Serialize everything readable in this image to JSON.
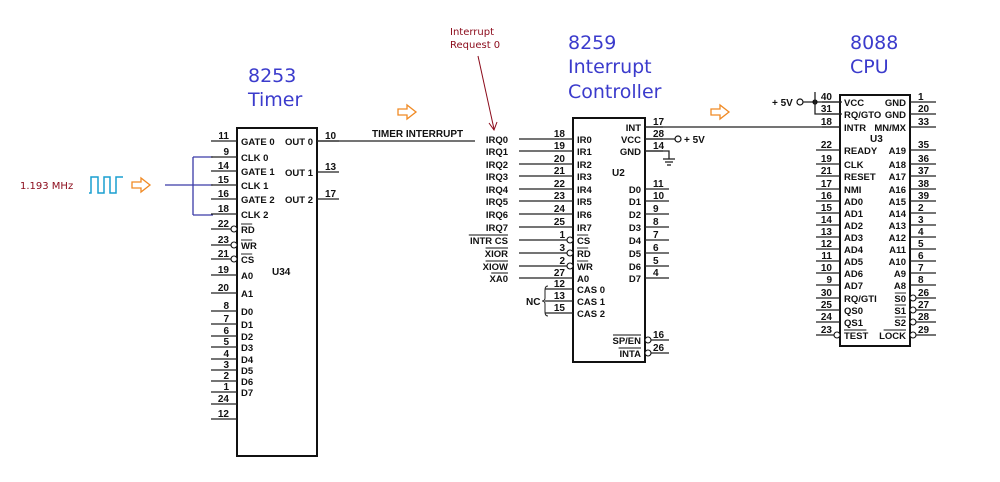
{
  "colors": {
    "title": "#3b3bcc",
    "annotation": "#8b0a1a",
    "clock_wave": "#1a9fd0",
    "flow_arrow": "#f08a24",
    "clock_bus": "#3a3aa8"
  },
  "annotations": {
    "clock_frequency": "1.193 MHz",
    "irq_note_line1": "Interrupt",
    "irq_note_line2": "Request 0",
    "timer_interrupt": "TIMER INTERRUPT",
    "nc": "NC",
    "plus5v_pic": "+ 5V",
    "plus5v_cpu": "+ 5V"
  },
  "chips": {
    "timer": {
      "title_line1": "8253",
      "title_line2": "Timer",
      "ref": "U34",
      "left_pins": [
        {
          "num": "11",
          "name": "GATE 0",
          "inv": false
        },
        {
          "num": "9",
          "name": "CLK 0",
          "inv": false
        },
        {
          "num": "14",
          "name": "GATE 1",
          "inv": false
        },
        {
          "num": "15",
          "name": "CLK 1",
          "inv": false
        },
        {
          "num": "16",
          "name": "GATE 2",
          "inv": false
        },
        {
          "num": "18",
          "name": "CLK 2",
          "inv": false
        },
        {
          "num": "22",
          "name": "RD",
          "inv": true
        },
        {
          "num": "23",
          "name": "WR",
          "inv": true
        },
        {
          "num": "21",
          "name": "CS",
          "inv": true
        },
        {
          "num": "19",
          "name": "A0",
          "inv": false
        },
        {
          "num": "20",
          "name": "A1",
          "inv": false
        },
        {
          "num": "8",
          "name": "D0",
          "inv": false
        },
        {
          "num": "7",
          "name": "D1",
          "inv": false
        },
        {
          "num": "6",
          "name": "D2",
          "inv": false
        },
        {
          "num": "5",
          "name": "D3",
          "inv": false
        },
        {
          "num": "4",
          "name": "D4",
          "inv": false
        },
        {
          "num": "3",
          "name": "D5",
          "inv": false
        },
        {
          "num": "2",
          "name": "D6",
          "inv": false
        },
        {
          "num": "1",
          "name": "D7",
          "inv": false
        },
        {
          "num": "24",
          "name": "",
          "inv": false
        },
        {
          "num": "12",
          "name": "",
          "inv": false
        }
      ],
      "right_pins": [
        {
          "num": "10",
          "name": "OUT 0"
        },
        {
          "num": "13",
          "name": "OUT 1"
        },
        {
          "num": "17",
          "name": "OUT 2"
        }
      ]
    },
    "pic": {
      "title_line1": "8259",
      "title_line2": "Interrupt",
      "title_line3": "Controller",
      "ref": "U2",
      "signal_labels": [
        "IRQ0",
        "IRQ1",
        "IRQ2",
        "IRQ3",
        "IRQ4",
        "IRQ5",
        "IRQ6",
        "IRQ7",
        "INTR CS",
        "XIOR",
        "XIOW",
        "XA0"
      ],
      "left_pins": [
        {
          "num": "18",
          "name": "IR0",
          "inv": false
        },
        {
          "num": "19",
          "name": "IR1",
          "inv": false
        },
        {
          "num": "20",
          "name": "IR2",
          "inv": false
        },
        {
          "num": "21",
          "name": "IR3",
          "inv": false
        },
        {
          "num": "22",
          "name": "IR4",
          "inv": false
        },
        {
          "num": "23",
          "name": "IR5",
          "inv": false
        },
        {
          "num": "24",
          "name": "IR6",
          "inv": false
        },
        {
          "num": "25",
          "name": "IR7",
          "inv": false
        },
        {
          "num": "1",
          "name": "CS",
          "inv": true
        },
        {
          "num": "3",
          "name": "RD",
          "inv": true
        },
        {
          "num": "2",
          "name": "WR",
          "inv": true
        },
        {
          "num": "27",
          "name": "A0",
          "inv": false
        },
        {
          "num": "12",
          "name": "CAS 0",
          "inv": false
        },
        {
          "num": "13",
          "name": "CAS 1",
          "inv": false
        },
        {
          "num": "15",
          "name": "CAS 2",
          "inv": false
        }
      ],
      "right_top_pins": [
        {
          "num": "17",
          "name": "INT"
        },
        {
          "num": "28",
          "name": "VCC"
        },
        {
          "num": "14",
          "name": "GND"
        }
      ],
      "right_data_pins": [
        {
          "num": "11",
          "name": "D0"
        },
        {
          "num": "10",
          "name": "D1"
        },
        {
          "num": "9",
          "name": "D2"
        },
        {
          "num": "8",
          "name": "D3"
        },
        {
          "num": "7",
          "name": "D4"
        },
        {
          "num": "6",
          "name": "D5"
        },
        {
          "num": "5",
          "name": "D6"
        },
        {
          "num": "4",
          "name": "D7"
        }
      ],
      "right_bottom_pins": [
        {
          "num": "16",
          "name": "SP/EN",
          "inv": true
        },
        {
          "num": "26",
          "name": "INTA",
          "inv": true
        }
      ]
    },
    "cpu": {
      "title_line1": "8088",
      "title_line2": "CPU",
      "ref": "U3",
      "left_pins": [
        {
          "num": "40",
          "name": "VCC",
          "inv": false
        },
        {
          "num": "31",
          "name": "RQ/GTO",
          "inv": false
        },
        {
          "num": "18",
          "name": "INTR",
          "inv": false
        },
        {
          "num": "22",
          "name": "READY",
          "inv": false
        },
        {
          "num": "19",
          "name": "CLK",
          "inv": false
        },
        {
          "num": "21",
          "name": "RESET",
          "inv": false
        },
        {
          "num": "17",
          "name": "NMI",
          "inv": false
        },
        {
          "num": "16",
          "name": "AD0",
          "inv": false
        },
        {
          "num": "15",
          "name": "AD1",
          "inv": false
        },
        {
          "num": "14",
          "name": "AD2",
          "inv": false
        },
        {
          "num": "13",
          "name": "AD3",
          "inv": false
        },
        {
          "num": "12",
          "name": "AD4",
          "inv": false
        },
        {
          "num": "11",
          "name": "AD5",
          "inv": false
        },
        {
          "num": "10",
          "name": "AD6",
          "inv": false
        },
        {
          "num": "9",
          "name": "AD7",
          "inv": false
        },
        {
          "num": "30",
          "name": "RQ/GTI",
          "inv": false
        },
        {
          "num": "25",
          "name": "QS0",
          "inv": false
        },
        {
          "num": "24",
          "name": "QS1",
          "inv": false
        },
        {
          "num": "23",
          "name": "TEST",
          "inv": true
        }
      ],
      "right_pins": [
        {
          "num": "1",
          "name": "GND",
          "inv": false
        },
        {
          "num": "20",
          "name": "GND",
          "inv": false
        },
        {
          "num": "33",
          "name": "MN/MX",
          "inv": false
        },
        {
          "num": "35",
          "name": "A19",
          "inv": false
        },
        {
          "num": "36",
          "name": "A18",
          "inv": false
        },
        {
          "num": "37",
          "name": "A17",
          "inv": false
        },
        {
          "num": "38",
          "name": "A16",
          "inv": false
        },
        {
          "num": "39",
          "name": "A15",
          "inv": false
        },
        {
          "num": "2",
          "name": "A14",
          "inv": false
        },
        {
          "num": "3",
          "name": "A13",
          "inv": false
        },
        {
          "num": "4",
          "name": "A12",
          "inv": false
        },
        {
          "num": "5",
          "name": "A11",
          "inv": false
        },
        {
          "num": "6",
          "name": "A10",
          "inv": false
        },
        {
          "num": "7",
          "name": "A9",
          "inv": false
        },
        {
          "num": "8",
          "name": "A8",
          "inv": false
        },
        {
          "num": "26",
          "name": "S0",
          "inv": true
        },
        {
          "num": "27",
          "name": "S1",
          "inv": true
        },
        {
          "num": "28",
          "name": "S2",
          "inv": true
        },
        {
          "num": "29",
          "name": "LOCK",
          "inv": true
        }
      ]
    }
  }
}
